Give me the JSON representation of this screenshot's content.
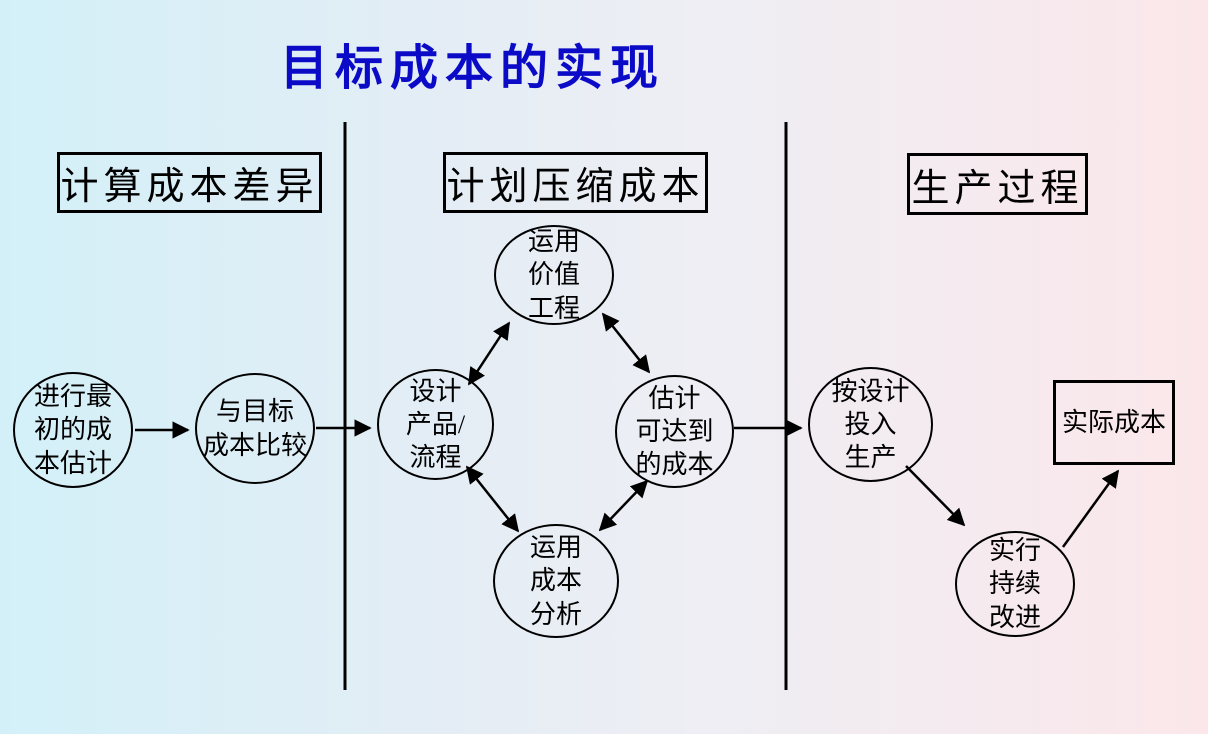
{
  "slide": {
    "title": "目标成本的实现",
    "title_color": "#0b0bc7",
    "background_left_color": "#d3f0f8",
    "background_right_color": "#fbe7ea",
    "line_color": "#000000"
  },
  "sections": [
    {
      "label": "计算成本差异"
    },
    {
      "label": "计划压缩成本"
    },
    {
      "label": "生产过程"
    }
  ],
  "nodes": {
    "initial_estimate": {
      "shape": "ellipse",
      "text": "进行最\n初的成\n本估计"
    },
    "compare_target": {
      "shape": "ellipse",
      "text": "与目标\n成本比较"
    },
    "design_product": {
      "shape": "ellipse",
      "text": "设计\n产品/\n流程"
    },
    "value_engineering": {
      "shape": "ellipse",
      "text": "运用\n价值\n工程"
    },
    "cost_analysis": {
      "shape": "ellipse",
      "text": "运用\n成本\n分析"
    },
    "achievable_cost": {
      "shape": "ellipse",
      "text": "估计\n可达到\n的成本"
    },
    "production": {
      "shape": "ellipse",
      "text": "按设计\n投入\n生产"
    },
    "continuous_improvement": {
      "shape": "ellipse",
      "text": "实行\n持续\n改进"
    },
    "actual_cost": {
      "shape": "rect",
      "text": "实际成本"
    }
  },
  "arrows": [
    {
      "from": "initial_estimate",
      "to": "compare_target",
      "bidirectional": false
    },
    {
      "from": "compare_target",
      "to": "design_product",
      "bidirectional": false
    },
    {
      "from": "design_product",
      "to": "value_engineering",
      "bidirectional": true
    },
    {
      "from": "value_engineering",
      "to": "achievable_cost",
      "bidirectional": true
    },
    {
      "from": "design_product",
      "to": "cost_analysis",
      "bidirectional": true
    },
    {
      "from": "cost_analysis",
      "to": "achievable_cost",
      "bidirectional": true
    },
    {
      "from": "achievable_cost",
      "to": "production",
      "bidirectional": false
    },
    {
      "from": "production",
      "to": "continuous_improvement",
      "bidirectional": false
    },
    {
      "from": "continuous_improvement",
      "to": "actual_cost",
      "bidirectional": false
    }
  ]
}
